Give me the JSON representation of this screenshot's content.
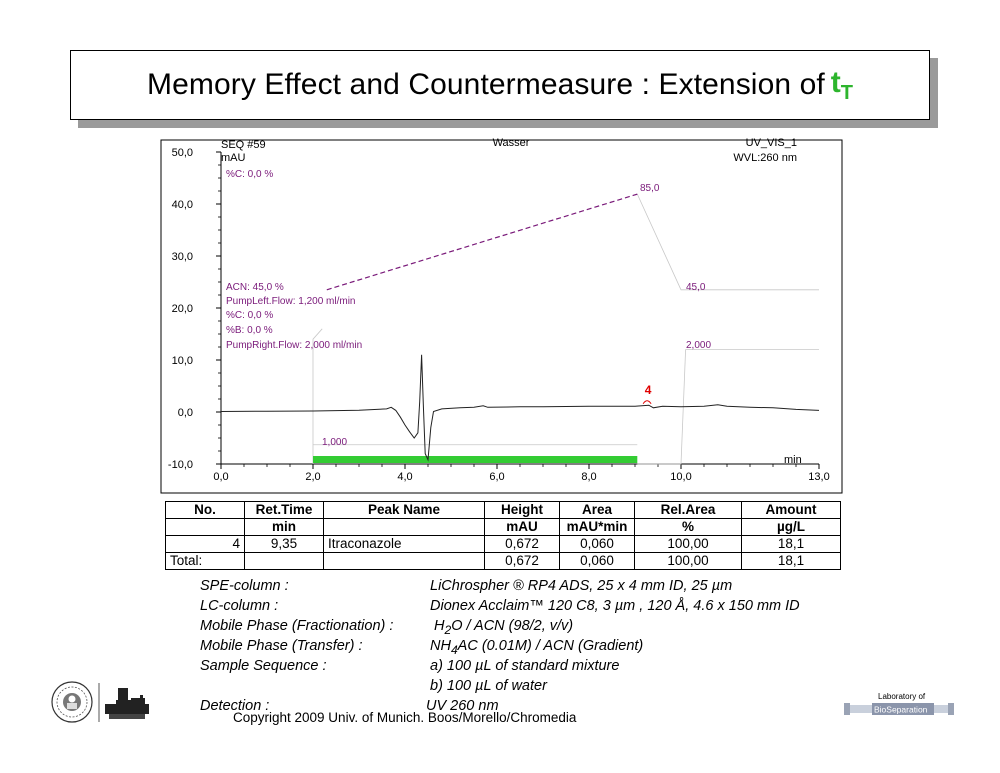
{
  "slide": {
    "title": "Memory Effect and Countermeasure :  Extension of ",
    "title_symbol": "t",
    "title_subscript": "T",
    "title_accent_color": "#2db52d",
    "copyright": "Copyright 2009 Univ. of Munich. Boos/Morello/Chromedia",
    "lab_logo_line1": "Laboratory of",
    "lab_logo_line2": "BioSeparation"
  },
  "chart_data": {
    "type": "line",
    "header_left": "SEQ #59",
    "header_center": "Wasser",
    "header_right": "UV_VIS_1",
    "unit_left": "mAU",
    "wavelength": "WVL:260 nm",
    "x_unit": "min",
    "xlim": [
      0,
      13
    ],
    "ylim": [
      -10,
      50
    ],
    "x_ticks": [
      "0,0",
      "2,0",
      "4,0",
      "6,0",
      "8,0",
      "10,0",
      "13,0"
    ],
    "x_tick_values": [
      0,
      2,
      4,
      6,
      8,
      10,
      13
    ],
    "y_ticks": [
      "-10,0",
      "0,0",
      "10,0",
      "20,0",
      "30,0",
      "40,0",
      "50,0"
    ],
    "y_tick_values": [
      -10,
      0,
      10,
      20,
      30,
      40,
      50
    ],
    "gradient_labels": {
      "c_top": "%C: 0,0 %",
      "acn": "ACN: 45,0 %",
      "pump_left": "PumpLeft.Flow: 1,200 ml/min",
      "c": "%C: 0,0 %",
      "b": "%B: 0,0 %",
      "pump_right": "PumpRight.Flow: 2,000 ml/min",
      "acn_peak": "85,0",
      "acn_end": "45,0",
      "flow_end": "2,000",
      "flow_low": "1,000"
    },
    "gradient_line": [
      [
        2.3,
        23.5
      ],
      [
        9.05,
        41.9
      ]
    ],
    "green_bar": [
      2.0,
      9.05
    ],
    "peak_label": "4",
    "peak_label_x": 9.35,
    "trace": [
      [
        0,
        0.1
      ],
      [
        1.0,
        0.15
      ],
      [
        2.0,
        0.2
      ],
      [
        3.0,
        0.35
      ],
      [
        3.6,
        0.6
      ],
      [
        3.7,
        0.9
      ],
      [
        3.8,
        0.3
      ],
      [
        3.9,
        -1.0
      ],
      [
        4.0,
        -2.5
      ],
      [
        4.1,
        -3.8
      ],
      [
        4.2,
        -5.0
      ],
      [
        4.28,
        -4.0
      ],
      [
        4.32,
        2.0
      ],
      [
        4.36,
        11.0
      ],
      [
        4.4,
        1.0
      ],
      [
        4.44,
        -8.0
      ],
      [
        4.5,
        -9.2
      ],
      [
        4.56,
        -3.0
      ],
      [
        4.62,
        0.1
      ],
      [
        4.8,
        0.6
      ],
      [
        5.2,
        0.8
      ],
      [
        5.5,
        0.9
      ],
      [
        5.7,
        1.2
      ],
      [
        5.8,
        0.9
      ],
      [
        6.5,
        1.0
      ],
      [
        7.0,
        1.0
      ],
      [
        7.5,
        1.05
      ],
      [
        8.0,
        1.1
      ],
      [
        8.5,
        1.1
      ],
      [
        9.0,
        1.1
      ],
      [
        9.3,
        1.3
      ],
      [
        9.4,
        0.8
      ],
      [
        9.6,
        1.1
      ],
      [
        10.0,
        1.0
      ],
      [
        10.5,
        1.1
      ],
      [
        10.8,
        1.4
      ],
      [
        11.0,
        1.1
      ],
      [
        11.5,
        0.9
      ],
      [
        12.0,
        0.8
      ],
      [
        12.5,
        0.5
      ],
      [
        13.0,
        0.3
      ]
    ]
  },
  "peak_table": {
    "headers": [
      "No.",
      "Ret.Time",
      "Peak Name",
      "Height",
      "Area",
      "Rel.Area",
      "Amount"
    ],
    "units": [
      "",
      "min",
      "",
      "mAU",
      "mAU*min",
      "%",
      "µg/L"
    ],
    "rows": [
      [
        "4",
        "9,35",
        "Itraconazole",
        "0,672",
        "0,060",
        "100,00",
        "18,1"
      ]
    ],
    "total": [
      "Total:",
      "",
      "",
      "0,672",
      "0,060",
      "100,00",
      "18,1"
    ]
  },
  "conditions": [
    {
      "label": "SPE-column :",
      "value": "LiChrospher ® RP4 ADS,  25 x 4 mm ID, 25 µm"
    },
    {
      "label": "LC-column :",
      "value": "Dionex Acclaim™ 120  C8, 3 µm , 120 Å, 4.6 x 150 mm ID"
    },
    {
      "label": "Mobile Phase  (Fractionation) :",
      "value": "H2O /  ACN (98/2, v/v)"
    },
    {
      "label": "Mobile Phase (Transfer) :",
      "value": "NH4AC (0.01M) / ACN (Gradient)"
    },
    {
      "label": "Sample Sequence :",
      "value": "a) 100 µL  of standard mixture"
    },
    {
      "label": "",
      "value": "b) 100 µL of water"
    },
    {
      "label": "Detection :",
      "value": "UV 260 nm"
    }
  ]
}
